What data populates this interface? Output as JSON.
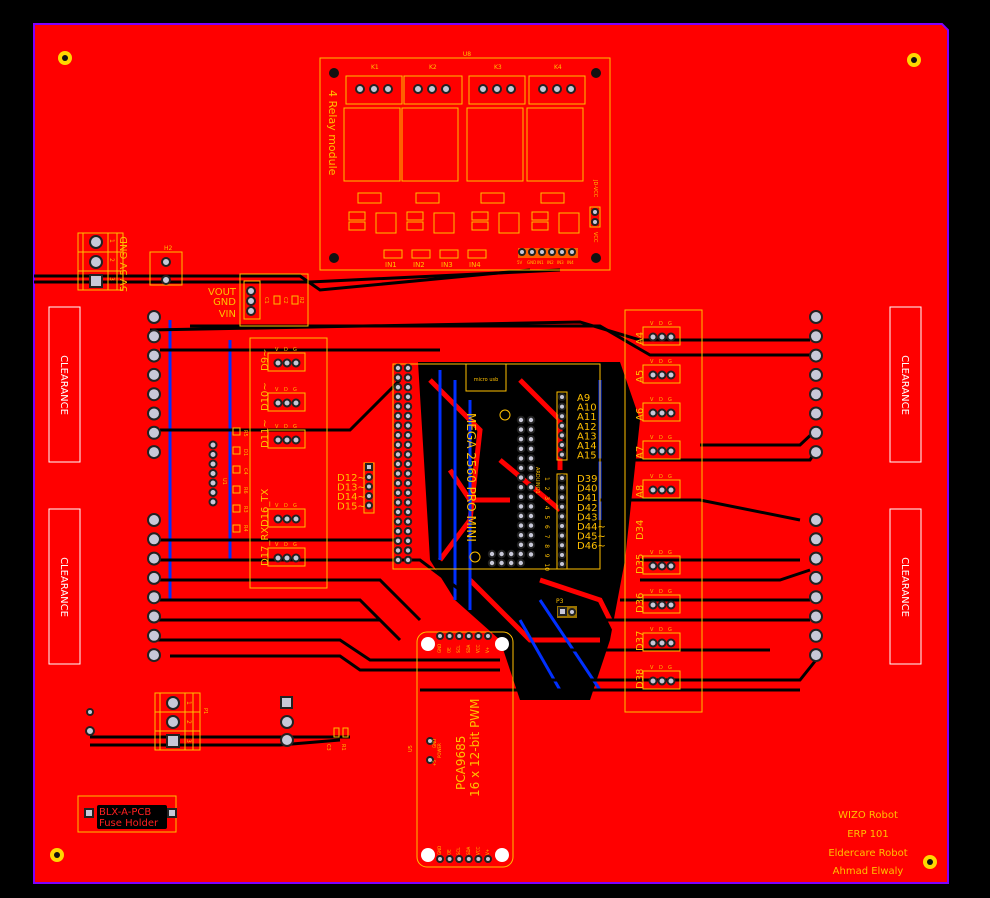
{
  "colors": {
    "board": "#ff0000",
    "background": "#000000",
    "silkscreen": "#ffc000",
    "bottom_copper": "#0030ff",
    "outline": "#8000ff"
  },
  "relay_module": {
    "ref": "U8",
    "title": "4 Relay module",
    "relays": [
      "K1",
      "K2",
      "K3",
      "K4"
    ],
    "inputs": [
      "IN1",
      "IN2",
      "IN3",
      "IN4"
    ],
    "header_pins": [
      "5V",
      "GND",
      "IN1",
      "IN2",
      "IN3",
      "IN4"
    ],
    "jd_vcc": "JD-VCC",
    "vcc": "VCC"
  },
  "power_terminal": {
    "pins": [
      "1",
      "2",
      "3"
    ],
    "labels": "5V 5V GND",
    "ref": "H2"
  },
  "regulator": {
    "labels": [
      "VOUT",
      "GND",
      "VIN"
    ],
    "refs": [
      "C1",
      "C2",
      "R2"
    ]
  },
  "clearance": "CLEARANCE",
  "left_servos": [
    "D9~",
    "D10~",
    "D11~",
    "D16_TX",
    "D17_RX"
  ],
  "left_header_labels": [
    "D12~",
    "D13~",
    "D14~",
    "D15~"
  ],
  "smd_refs": [
    "R5",
    "D1",
    "C4",
    "R6",
    "R3",
    "R4",
    "U1"
  ],
  "arduino": {
    "title": "MEGA 2560 PRO MINI",
    "usb": "micro usb",
    "ref": "ARDUINO1",
    "pin_numbers": [
      "1",
      "2",
      "3",
      "4",
      "5",
      "6",
      "7",
      "8",
      "9",
      "10"
    ]
  },
  "analog_labels": [
    "A9",
    "A10",
    "A11",
    "A12",
    "A13",
    "A14",
    "A15"
  ],
  "digital_labels": [
    "D39",
    "D40",
    "D41",
    "D42",
    "D43",
    "D44~",
    "D45~",
    "D46~"
  ],
  "right_servos": [
    "A4",
    "A5",
    "A6",
    "A7",
    "A8",
    "D34",
    "D35",
    "D36",
    "D37",
    "D38"
  ],
  "servo_pin_labels": [
    "V",
    "D",
    "G"
  ],
  "p3": "P3",
  "pca": {
    "ref": "U5",
    "title": "PCA9685",
    "subtitle": "16 x 12-bit PWM",
    "pins": [
      "GND",
      "OE",
      "SCL",
      "SDA",
      "VCC",
      "V+"
    ],
    "power": "POWER",
    "gnd": "GND",
    "v": "+5"
  },
  "p1": {
    "ref": "P1",
    "pins": [
      "1",
      "2",
      "3"
    ]
  },
  "misc_refs": [
    "C3",
    "R1"
  ],
  "fuse": {
    "line1": "BLX-A-PCB",
    "line2": "Fuse Holder"
  },
  "credits": [
    "WIZO Robot",
    "ERP 101",
    "Eldercare Robot",
    "Ahmad Elwaly"
  ]
}
